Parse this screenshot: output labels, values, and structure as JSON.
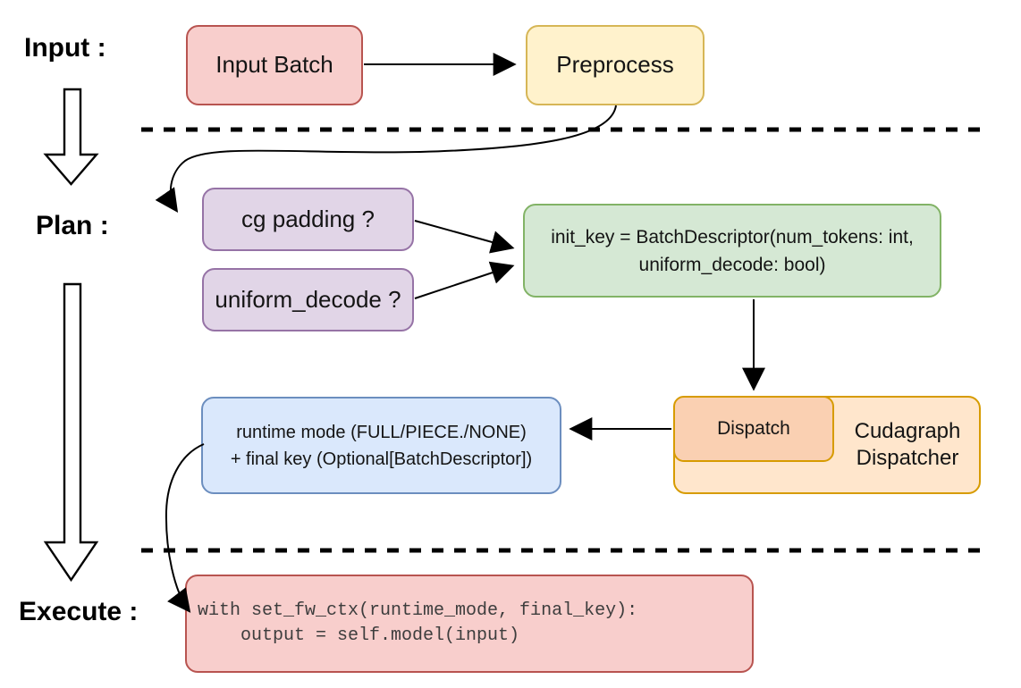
{
  "stages": {
    "input_label": "Input :",
    "plan_label": "Plan :",
    "execute_label": "Execute :"
  },
  "nodes": {
    "input_batch": {
      "label": "Input Batch"
    },
    "preprocess": {
      "label": "Preprocess"
    },
    "cg_padding": {
      "label": "cg padding ?"
    },
    "uniform_decode": {
      "label": "uniform_decode ?"
    },
    "init_key": {
      "line1": "init_key = BatchDescriptor(num_tokens: int,",
      "line2": "uniform_decode: bool)"
    },
    "runtime_mode": {
      "line1": "runtime mode (FULL/PIECE./NONE)",
      "line2": "+ final key (Optional[BatchDescriptor])"
    },
    "dispatch": {
      "label": "Dispatch"
    },
    "cudagraph_dispatcher": {
      "line1": "Cudagraph",
      "line2": "Dispatcher"
    },
    "execute_code": {
      "line1": "with set_fw_ctx(runtime_mode, final_key):",
      "line2": "    output = self.model(input)"
    }
  },
  "colors": {
    "red_fill": "#F8CECC",
    "red_stroke": "#B85450",
    "yellow_fill": "#FFF2CC",
    "yellow_stroke": "#D6B656",
    "purple_fill": "#E1D5E7",
    "purple_stroke": "#9673A6",
    "green_fill": "#D5E8D4",
    "green_stroke": "#82B366",
    "blue_fill": "#DAE8FC",
    "blue_stroke": "#6C8EBF",
    "orange_fill": "#FFE6CC",
    "orange_stroke": "#D79B00",
    "dispatch_fill": "#FAD0B2",
    "connector": "#000000"
  }
}
